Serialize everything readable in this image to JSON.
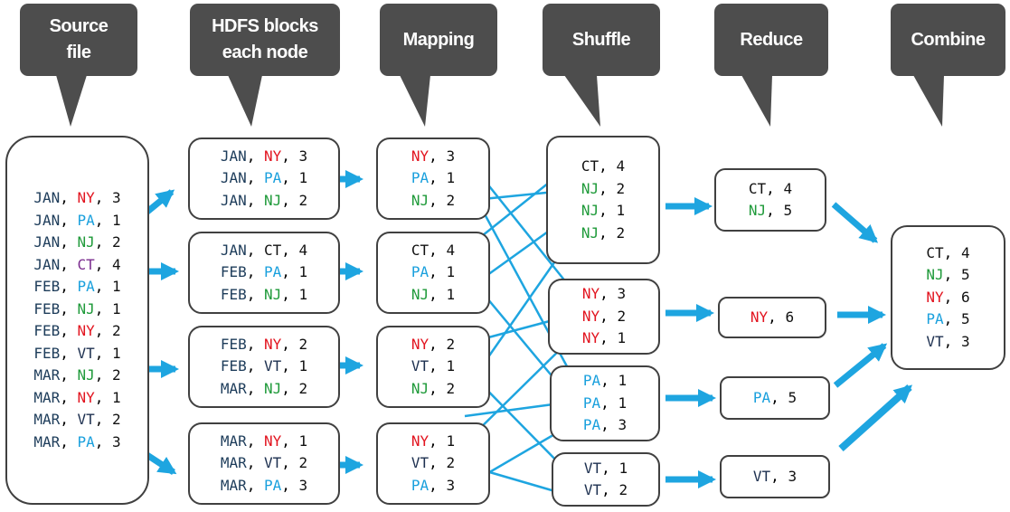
{
  "headers": {
    "source": "Source\nfile",
    "hdfs": "HDFS blocks\neach node",
    "mapping": "Mapping",
    "shuffle": "Shuffle",
    "reduce": "Reduce",
    "combine": "Combine"
  },
  "colors": {
    "NY": "#e2141f",
    "PA": "#1aa0dd",
    "NJ": "#1f9a3a",
    "CT_source": "#7a2b8e",
    "CT": "#111111",
    "VT": "#1c2f4f",
    "month": "#1d3c5a",
    "arrow": "#1ea5e0",
    "callout": "#4d4d4d"
  },
  "source": [
    {
      "m": "JAN",
      "s": "NY",
      "n": "3"
    },
    {
      "m": "JAN",
      "s": "PA",
      "n": "1"
    },
    {
      "m": "JAN",
      "s": "NJ",
      "n": "2"
    },
    {
      "m": "JAN",
      "s": "CT",
      "n": "4"
    },
    {
      "m": "FEB",
      "s": "PA",
      "n": "1"
    },
    {
      "m": "FEB",
      "s": "NJ",
      "n": "1"
    },
    {
      "m": "FEB",
      "s": "NY",
      "n": "2"
    },
    {
      "m": "FEB",
      "s": "VT",
      "n": "1"
    },
    {
      "m": "MAR",
      "s": "NJ",
      "n": "2"
    },
    {
      "m": "MAR",
      "s": "NY",
      "n": "1"
    },
    {
      "m": "MAR",
      "s": "VT",
      "n": "2"
    },
    {
      "m": "MAR",
      "s": "PA",
      "n": "3"
    }
  ],
  "hdfs": [
    [
      {
        "m": "JAN",
        "s": "NY",
        "n": "3"
      },
      {
        "m": "JAN",
        "s": "PA",
        "n": "1"
      },
      {
        "m": "JAN",
        "s": "NJ",
        "n": "2"
      }
    ],
    [
      {
        "m": "JAN",
        "s": "CT",
        "n": "4"
      },
      {
        "m": "FEB",
        "s": "PA",
        "n": "1"
      },
      {
        "m": "FEB",
        "s": "NJ",
        "n": "1"
      }
    ],
    [
      {
        "m": "FEB",
        "s": "NY",
        "n": "2"
      },
      {
        "m": "FEB",
        "s": "VT",
        "n": "1"
      },
      {
        "m": "MAR",
        "s": "NJ",
        "n": "2"
      }
    ],
    [
      {
        "m": "MAR",
        "s": "NY",
        "n": "1"
      },
      {
        "m": "MAR",
        "s": "VT",
        "n": "2"
      },
      {
        "m": "MAR",
        "s": "PA",
        "n": "3"
      }
    ]
  ],
  "mapping": [
    [
      {
        "s": "NY",
        "n": "3"
      },
      {
        "s": "PA",
        "n": "1"
      },
      {
        "s": "NJ",
        "n": "2"
      }
    ],
    [
      {
        "s": "CT",
        "n": "4"
      },
      {
        "s": "PA",
        "n": "1"
      },
      {
        "s": "NJ",
        "n": "1"
      }
    ],
    [
      {
        "s": "NY",
        "n": "2"
      },
      {
        "s": "VT",
        "n": "1"
      },
      {
        "s": "NJ",
        "n": "2"
      }
    ],
    [
      {
        "s": "NY",
        "n": "1"
      },
      {
        "s": "VT",
        "n": "2"
      },
      {
        "s": "PA",
        "n": "3"
      }
    ]
  ],
  "shuffle": [
    [
      {
        "s": "CT",
        "n": "4"
      },
      {
        "s": "NJ",
        "n": "2"
      },
      {
        "s": "NJ",
        "n": "1"
      },
      {
        "s": "NJ",
        "n": "2"
      }
    ],
    [
      {
        "s": "NY",
        "n": "3"
      },
      {
        "s": "NY",
        "n": "2"
      },
      {
        "s": "NY",
        "n": "1"
      }
    ],
    [
      {
        "s": "PA",
        "n": "1"
      },
      {
        "s": "PA",
        "n": "1"
      },
      {
        "s": "PA",
        "n": "3"
      }
    ],
    [
      {
        "s": "VT",
        "n": "1"
      },
      {
        "s": "VT",
        "n": "2"
      }
    ]
  ],
  "reduce": [
    [
      {
        "s": "CT",
        "n": "4"
      },
      {
        "s": "NJ",
        "n": "5"
      }
    ],
    [
      {
        "s": "NY",
        "n": "6"
      }
    ],
    [
      {
        "s": "PA",
        "n": "5"
      }
    ],
    [
      {
        "s": "VT",
        "n": "3"
      }
    ]
  ],
  "combine": [
    {
      "s": "CT",
      "n": "4"
    },
    {
      "s": "NJ",
      "n": "5"
    },
    {
      "s": "NY",
      "n": "6"
    },
    {
      "s": "PA",
      "n": "5"
    },
    {
      "s": "VT",
      "n": "3"
    }
  ]
}
